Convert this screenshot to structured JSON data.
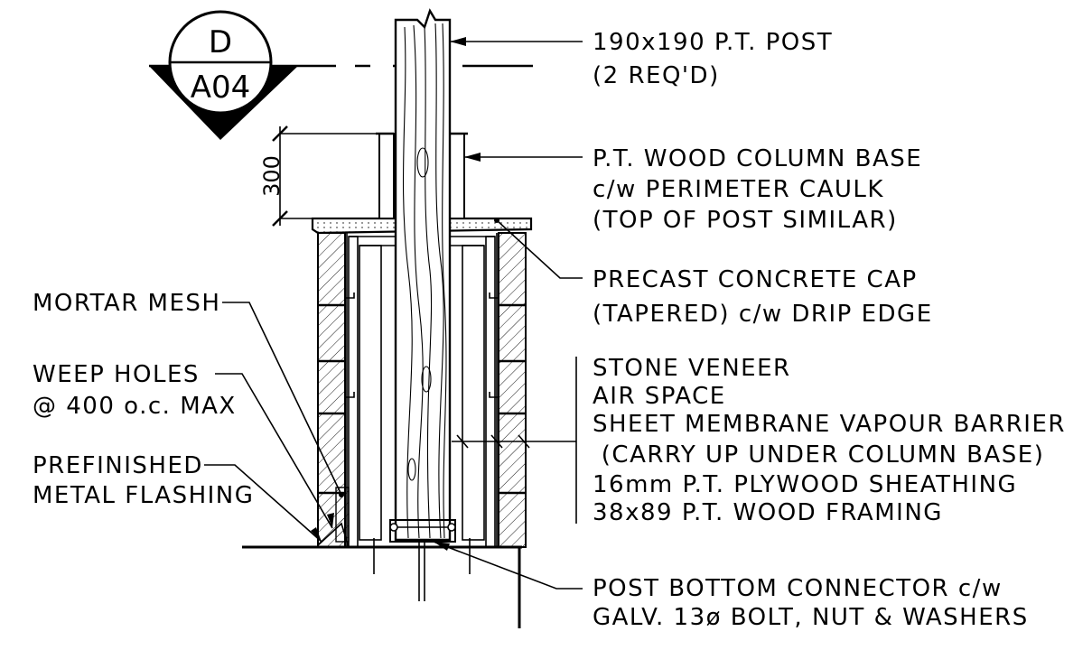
{
  "section_tag": {
    "letter": "D",
    "sheet": "A04"
  },
  "dimension": {
    "value": "300"
  },
  "notes_right": [
    {
      "lines": [
        "190x190 P.T. POST",
        "(2 REQ'D)"
      ]
    },
    {
      "lines": [
        "P.T. WOOD COLUMN BASE",
        "c/w PERIMETER CAULK",
        "(TOP OF POST SIMILAR)"
      ]
    },
    {
      "lines": [
        "PRECAST CONCRETE CAP",
        "(TAPERED) c/w DRIP EDGE"
      ]
    },
    {
      "lines": [
        "STONE VENEER",
        "AIR SPACE",
        "SHEET MEMBRANE VAPOUR BARRIER",
        " (CARRY UP UNDER COLUMN BASE)",
        "16mm P.T. PLYWOOD SHEATHING",
        "38x89 P.T. WOOD FRAMING"
      ]
    },
    {
      "lines": [
        "POST BOTTOM CONNECTOR c/w",
        "GALV. 13ø BOLT, NUT & WASHERS"
      ]
    }
  ],
  "notes_left": [
    {
      "lines": [
        "MORTAR MESH"
      ]
    },
    {
      "lines": [
        "WEEP HOLES",
        "@ 400 o.c. MAX"
      ]
    },
    {
      "lines": [
        "PREFINISHED",
        "METAL FLASHING"
      ]
    }
  ]
}
